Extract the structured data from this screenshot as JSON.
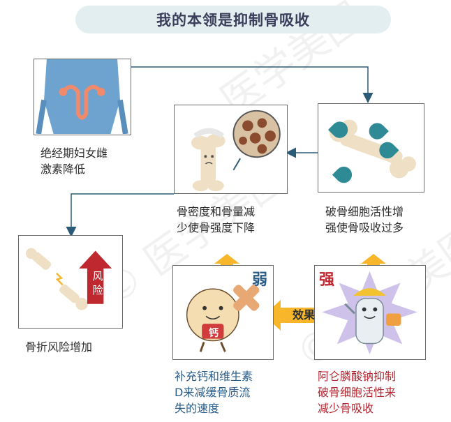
{
  "title": "我的本领是抑制骨吸收",
  "nodes": {
    "menopause": {
      "text": "绝经期妇女雌\n激素降低"
    },
    "bone_density": {
      "text": "骨密度和骨量减\n少使骨强度下降"
    },
    "osteoclast": {
      "text": "破骨细胞活性增\n强使骨吸收过多"
    },
    "fracture": {
      "text": "骨折风险增加",
      "badge": "风\n险"
    },
    "calcium": {
      "text": "补充钙和维生素\nD来减缓骨质流\n失的速度",
      "badge": "弱",
      "mascot_label": "钙"
    },
    "alendronate": {
      "text": "阿仑膦酸钠抑制\n破骨细胞活性来\n减少骨吸收",
      "badge": "强"
    }
  },
  "effect_label": "效果",
  "watermark": "© 医学美图",
  "colors": {
    "box_border": "#6b6b6b",
    "arrow": "#2c5b78",
    "up_arrow": "#f8b62b",
    "weak_text": "#2a5d8a",
    "strong_text": "#b3252f",
    "body_blue": "#6ea3cf",
    "uterus_orange": "#f08a6a",
    "osteoclast_teal": "#2e8b95",
    "bone": "#efdfc5"
  }
}
